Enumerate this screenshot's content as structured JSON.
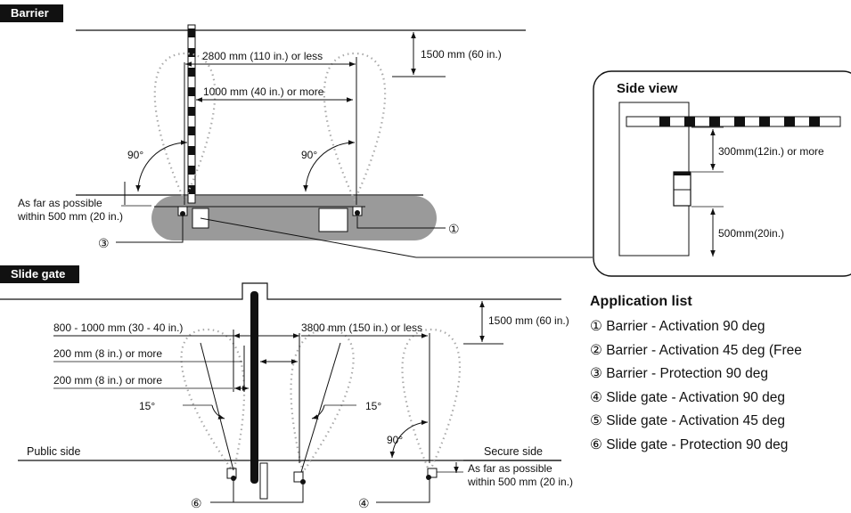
{
  "sections": {
    "barrier": "Barrier",
    "slide_gate": "Slide gate",
    "side_view": "Side view"
  },
  "barrier": {
    "dim_max_width": "2800 mm (110 in.) or less",
    "dim_min_width": "1000 mm (40 in.) or more",
    "dim_height": "1500 mm (60 in.)",
    "angle_left": "90°",
    "angle_right": "90°",
    "note_line1": "As far as possible",
    "note_line2": "within 500 mm (20 in.)",
    "callout_1": "①",
    "callout_3": "③"
  },
  "side_view": {
    "dim_top": "300mm(12in.) or more",
    "dim_bottom": "500mm(20in.)"
  },
  "slide_gate": {
    "dim_left": "800 - 1000 mm (30 - 40 in.)",
    "dim_200_a": "200 mm (8 in.) or more",
    "dim_200_b": "200 mm (8 in.) or more",
    "dim_right": "3800 mm (150 in.) or less",
    "dim_height": "1500 mm (60 in.)",
    "angle_15_left": "15°",
    "angle_15_right": "15°",
    "angle_90": "90°",
    "public_side": "Public side",
    "secure_side": "Secure side",
    "note_line1": "As far as possible",
    "note_line2": "within 500 mm (20 in.)",
    "callout_6": "⑥",
    "callout_4": "④"
  },
  "application_list": {
    "title": "Application list",
    "items": [
      "① Barrier - Activation 90 deg",
      "② Barrier - Activation 45 deg (Free",
      "③ Barrier - Protection 90 deg",
      "④ Slide gate - Activation 90 deg",
      "⑤ Slide gate - Activation 45 deg",
      "⑥ Slide gate - Protection 90 deg"
    ]
  }
}
